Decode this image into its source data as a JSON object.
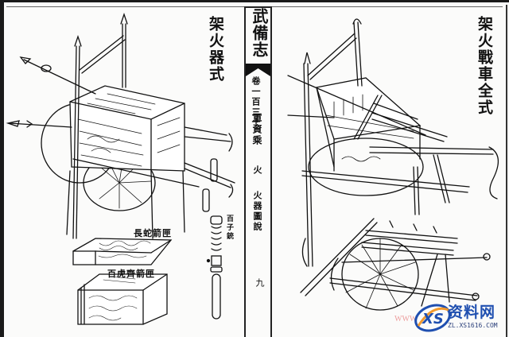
{
  "document": {
    "book_title": "武備志",
    "chapter_marker": "卷一百三十",
    "section": "軍資乘",
    "section_sub": "火",
    "section_sub2": "火器圖說",
    "page_number": "九"
  },
  "left_panel": {
    "title": "架火器式",
    "box_labels": [
      "長蛇箭匣",
      "百虎齊箭匣"
    ],
    "gun_label": "百子銃"
  },
  "right_panel": {
    "title": "架火戰車全式"
  },
  "watermark": {
    "logo": "XS",
    "brand": "资料网",
    "url": "ZL.XS1616.COM",
    "faint": "WWW"
  },
  "colors": {
    "ink": "#111111",
    "paper": "#fbfbfa",
    "watermark_blue": "#1f4fb0",
    "watermark_orange": "#f29a2e"
  }
}
